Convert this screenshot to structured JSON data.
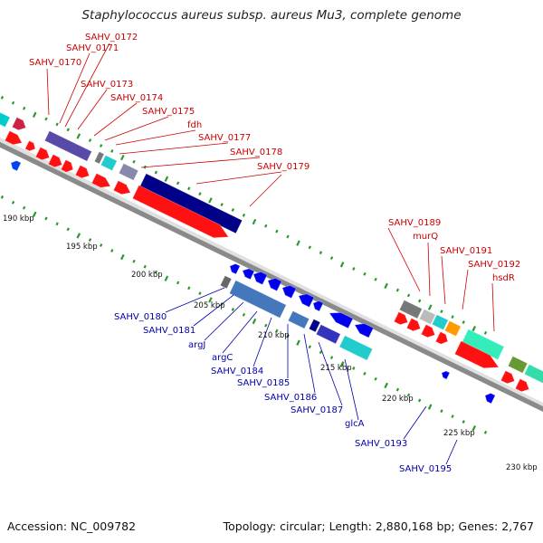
{
  "title": "Staphylococcus aureus subsp. aureus Mu3, complete genome",
  "accession": "Accession: NC_009782",
  "topology": "Topology: circular; Length: 2,880,168 bp; Genes: 2,767",
  "colors": {
    "forward_label": "#cc0000",
    "reverse_label": "#0000aa",
    "tick": "#2a9a2a",
    "backbone": "#8a8a8a"
  },
  "kbp_labels": [
    "190 kbp",
    "195 kbp",
    "200 kbp",
    "205 kbp",
    "210 kbp",
    "215 kbp",
    "220 kbp",
    "225 kbp",
    "230 kbp"
  ],
  "forward_genes": [
    "SAHV_0170",
    "SAHV_0171",
    "SAHV_0172",
    "SAHV_0173",
    "SAHV_0174",
    "SAHV_0175",
    "fdh",
    "SAHV_0177",
    "SAHV_0178",
    "SAHV_0179",
    "SAHV_0189",
    "murQ",
    "SAHV_0191",
    "SAHV_0192",
    "hsdR"
  ],
  "reverse_genes": [
    "SAHV_0180",
    "SAHV_0181",
    "argJ",
    "argC",
    "SAHV_0184",
    "SAHV_0185",
    "SAHV_0186",
    "SAHV_0187",
    "glcA",
    "SAHV_0193",
    "SAHV_0195"
  ]
}
